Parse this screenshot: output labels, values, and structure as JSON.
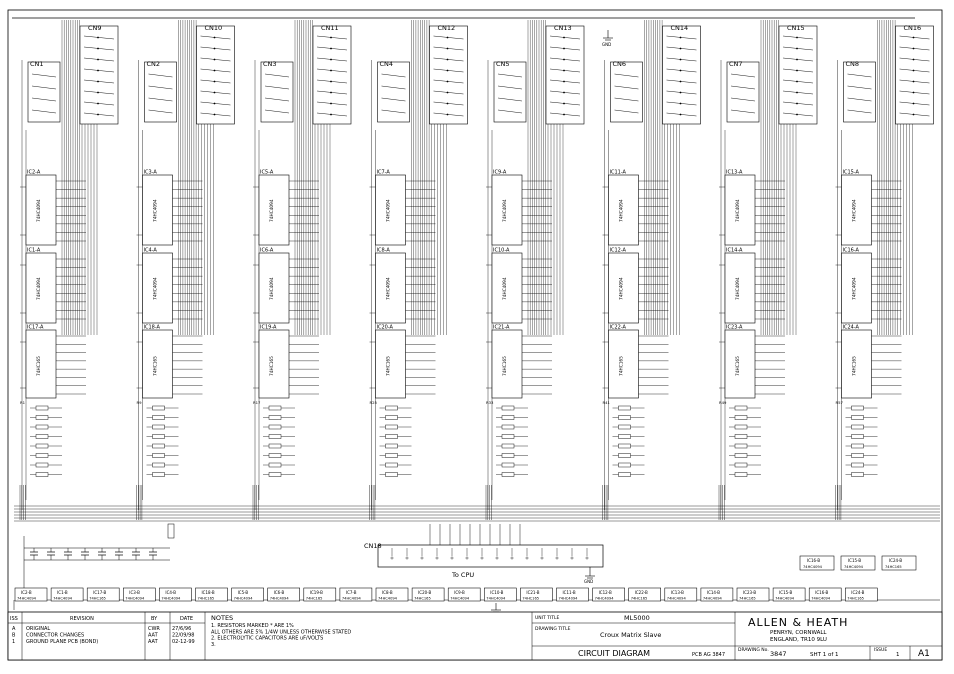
{
  "connectors_top": [
    "CN9",
    "CN10",
    "CN11",
    "CN12",
    "CN13",
    "CN14",
    "CN15",
    "CN16"
  ],
  "connectors_mid": [
    "CN1",
    "CN2",
    "CN3",
    "CN4",
    "CN5",
    "CN6",
    "CN7",
    "CN8"
  ],
  "columns": [
    {
      "ic_a": "IC2-A",
      "ic_b": "IC1-A",
      "ic_c": "IC17-A",
      "res_label": "R1"
    },
    {
      "ic_a": "IC3-A",
      "ic_b": "IC4-A",
      "ic_c": "IC18-A",
      "res_label": "R9"
    },
    {
      "ic_a": "IC5-A",
      "ic_b": "IC6-A",
      "ic_c": "IC19-A",
      "res_label": "R17"
    },
    {
      "ic_a": "IC7-A",
      "ic_b": "IC8-A",
      "ic_c": "IC20-A",
      "res_label": "R25"
    },
    {
      "ic_a": "IC9-A",
      "ic_b": "IC10-A",
      "ic_c": "IC21-A",
      "res_label": "R33"
    },
    {
      "ic_a": "IC11-A",
      "ic_b": "IC12-A",
      "ic_c": "IC22-A",
      "res_label": "R41"
    },
    {
      "ic_a": "IC13-A",
      "ic_b": "IC14-A",
      "ic_c": "IC23-A",
      "res_label": "R49"
    },
    {
      "ic_a": "IC15-A",
      "ic_b": "IC16-A",
      "ic_c": "IC24-A",
      "res_label": "R57"
    }
  ],
  "part_shift_reg": "74HC4094",
  "part_piso": "74HC165",
  "gnd_label": "GND",
  "cn18_label": "CN18",
  "to_cpu": "To CPU",
  "bottom_ics": [
    {
      "name": "IC2-B",
      "part": "74HC4094"
    },
    {
      "name": "IC1-B",
      "part": "74HC4094"
    },
    {
      "name": "IC17-B",
      "part": "74HC165"
    },
    {
      "name": "IC3-B",
      "part": "74HC4094"
    },
    {
      "name": "IC4-B",
      "part": "74HC4094"
    },
    {
      "name": "IC18-B",
      "part": "74HC165"
    },
    {
      "name": "IC5-B",
      "part": "74HC4094"
    },
    {
      "name": "IC6-B",
      "part": "74HC4094"
    },
    {
      "name": "IC19-B",
      "part": "74HC165"
    },
    {
      "name": "IC7-B",
      "part": "74HC4094"
    },
    {
      "name": "IC8-B",
      "part": "74HC4094"
    },
    {
      "name": "IC20-B",
      "part": "74HC165"
    },
    {
      "name": "IC9-B",
      "part": "74HC4094"
    },
    {
      "name": "IC10-B",
      "part": "74HC4094"
    },
    {
      "name": "IC21-B",
      "part": "74HC165"
    },
    {
      "name": "IC11-B",
      "part": "74HC4094"
    },
    {
      "name": "IC12-B",
      "part": "74HC4094"
    },
    {
      "name": "IC22-B",
      "part": "74HC165"
    },
    {
      "name": "IC13-B",
      "part": "74HC4094"
    },
    {
      "name": "IC14-B",
      "part": "74HC4094"
    },
    {
      "name": "IC23-B",
      "part": "74HC165"
    },
    {
      "name": "IC15-B",
      "part": "74HC4094"
    },
    {
      "name": "IC16-B",
      "part": "74HC4094"
    },
    {
      "name": "IC24-B",
      "part": "74HC165"
    }
  ],
  "right_ics": [
    {
      "name": "IC16-B",
      "part": "74HC4094"
    },
    {
      "name": "IC15-B",
      "part": "74HC4094"
    },
    {
      "name": "IC24-B",
      "part": "74HC165"
    }
  ],
  "title_block": {
    "iss_header": "ISS",
    "revision_header": "REVISION",
    "by_header": "BY",
    "date_header": "DATE",
    "revisions": [
      {
        "iss": "A",
        "text": "ORIGINAL",
        "by": "CWR",
        "date": "27/6/96"
      },
      {
        "iss": "B",
        "text": "CONNECTOR CHANGES",
        "by": "AAT",
        "date": "22/09/98"
      },
      {
        "iss": "1",
        "text": "GROUND PLANE PCB (BOND)",
        "by": "AAT",
        "date": "02-12-99"
      }
    ],
    "notes_title": "NOTES",
    "notes": [
      "1. RESISTORS MARKED * ARE 1%",
      "   ALL OTHERS ARE 5% 1/4W UNLESS OTHERWISE STATED",
      "2. ELECTROLYTIC CAPACITORS ARE uF/VOLTS",
      "3."
    ],
    "unit_title_label": "UNIT TITLE",
    "unit_title": "ML5000",
    "drawing_title_label": "DRAWING TITLE",
    "drawing_title": "Croux Matrix Slave",
    "circuit_diagram": "CIRCUIT DIAGRAM",
    "pcb": "PCB AG 3847",
    "company": "ALLEN & HEATH",
    "address1": "PENRYN, CORNWALL",
    "address2": "ENGLAND, TR10 9LU",
    "drawing_no_label": "DRAWING No.",
    "drawing_no": "3847",
    "sheet": "SHT 1 of 1",
    "issue_label": "ISSUE",
    "issue": "1",
    "size": "A1"
  }
}
